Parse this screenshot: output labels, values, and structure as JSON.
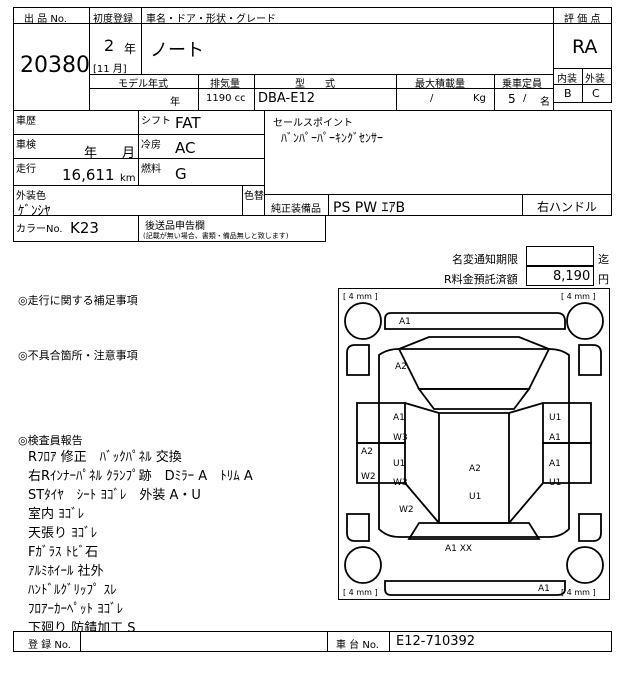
{
  "header": {
    "lot_label": "出 品 No.",
    "lot_number": "20380",
    "first_reg_label": "初度登録",
    "first_reg_year": "2",
    "year_unit": "年",
    "first_reg_month": "[11 月]",
    "car_name_label": "車名・ドア・形状・グレード",
    "car_name": "ノート",
    "score_label": "評 価 点",
    "score": "RA",
    "interior_label": "内装",
    "interior_grade": "B",
    "exterior_label": "外装",
    "exterior_grade": "C"
  },
  "spec": {
    "model_year_label": "モデル年式",
    "model_year_unit": "年",
    "displacement_label": "排気量",
    "displacement": "1190 cc",
    "type_label": "型　　式",
    "type": "DBA-E12",
    "max_load_label": "最大積載量",
    "max_load_sep": "/",
    "max_load_unit": "Kg",
    "capacity_label": "乗車定員",
    "capacity": "5",
    "capacity_sep": "/",
    "capacity_unit": "名"
  },
  "details": {
    "history_label": "車歴",
    "shift_label": "シフト",
    "shift": "FAT",
    "inspection_label": "車検",
    "inspection_year": "年",
    "inspection_month": "月",
    "ac_label": "冷房",
    "ac": "AC",
    "mileage_label": "走行",
    "mileage": "16,611",
    "mileage_unit": "km",
    "fuel_label": "燃料",
    "fuel": "G",
    "sales_point_label": "セールスポイント",
    "sales_point": "ﾊﾞﾝﾊﾟｰﾊﾟｰｷﾝｸﾞｾﾝｻｰ",
    "exterior_color_label": "外装色",
    "exterior_color": "ｹﾞﾝｼﾔ",
    "color_change_label": "色替",
    "genuine_equip_label": "純正装備品",
    "genuine_equip": "PS PW ｴｱB",
    "steering": "右ハンドル",
    "color_no_label": "カラーNo.",
    "color_no": "K23",
    "post_report_label": "後送品申告欄",
    "post_report_note": "(記載が無い場合、書類・備品無しと致します)"
  },
  "fees": {
    "name_change_label": "名変通知期限",
    "name_change_unit": "迄",
    "recycle_label": "R料金預託済額",
    "recycle_value": "8,190",
    "recycle_unit": "円"
  },
  "sections": {
    "driving": "◎走行に関する補足事項",
    "defects": "◎不具合箇所・注意事項",
    "inspector": "◎検査員報告"
  },
  "inspector_remarks": [
    "Rﾌﾛｱ 修正　ﾊﾞｯｸﾊﾟﾈﾙ 交換",
    "右Rｲﾝﾅｰﾊﾟﾈﾙ ｸﾗﾝﾌﾟ跡　Dﾐﾗｰ A　ﾄﾘﾑ A",
    "STﾀｲﾔ　ｼｰﾄ ﾖｺﾞﾚ　外装 A・U",
    "室内 ﾖｺﾞﾚ",
    "天張り ﾖｺﾞﾚ",
    "Fｶﾞﾗｽ ﾄﾋﾞ石",
    "ｱﾙﾐﾎｲｰﾙ 社外",
    "ﾊﾝﾄﾞﾙｸﾞﾘｯﾌﾟ ｽﾚ",
    "ﾌﾛｱｰｶｰﾍﾟｯﾄ ﾖｺﾞﾚ",
    "下廻り 防錆加工 S"
  ],
  "diagram": {
    "tire_tl": "4",
    "tire_tr": "4",
    "tire_bl": "4",
    "tire_br": "4",
    "tire_unit": "mm",
    "marks": {
      "front_bumper": "A1",
      "hood_left": "A2",
      "front_door_l1": "A1",
      "front_door_l2": "W3",
      "rear_door_l1": "U1",
      "rear_door_l2": "W3",
      "left_side": "A2",
      "left_side2": "W2",
      "rear_quarter_l": "W2",
      "front_door_r1": "U1",
      "front_door_r2": "A1",
      "rear_door_r1": "A1",
      "rear_door_r2": "U1",
      "roof1": "A2",
      "roof2": "U1",
      "rear_panel": "A1  XX",
      "rear_bumper": "A1"
    }
  },
  "footer": {
    "reg_no_label": "登 録 No.",
    "chassis_label": "車 台 No.",
    "chassis_no": "E12-710392"
  }
}
